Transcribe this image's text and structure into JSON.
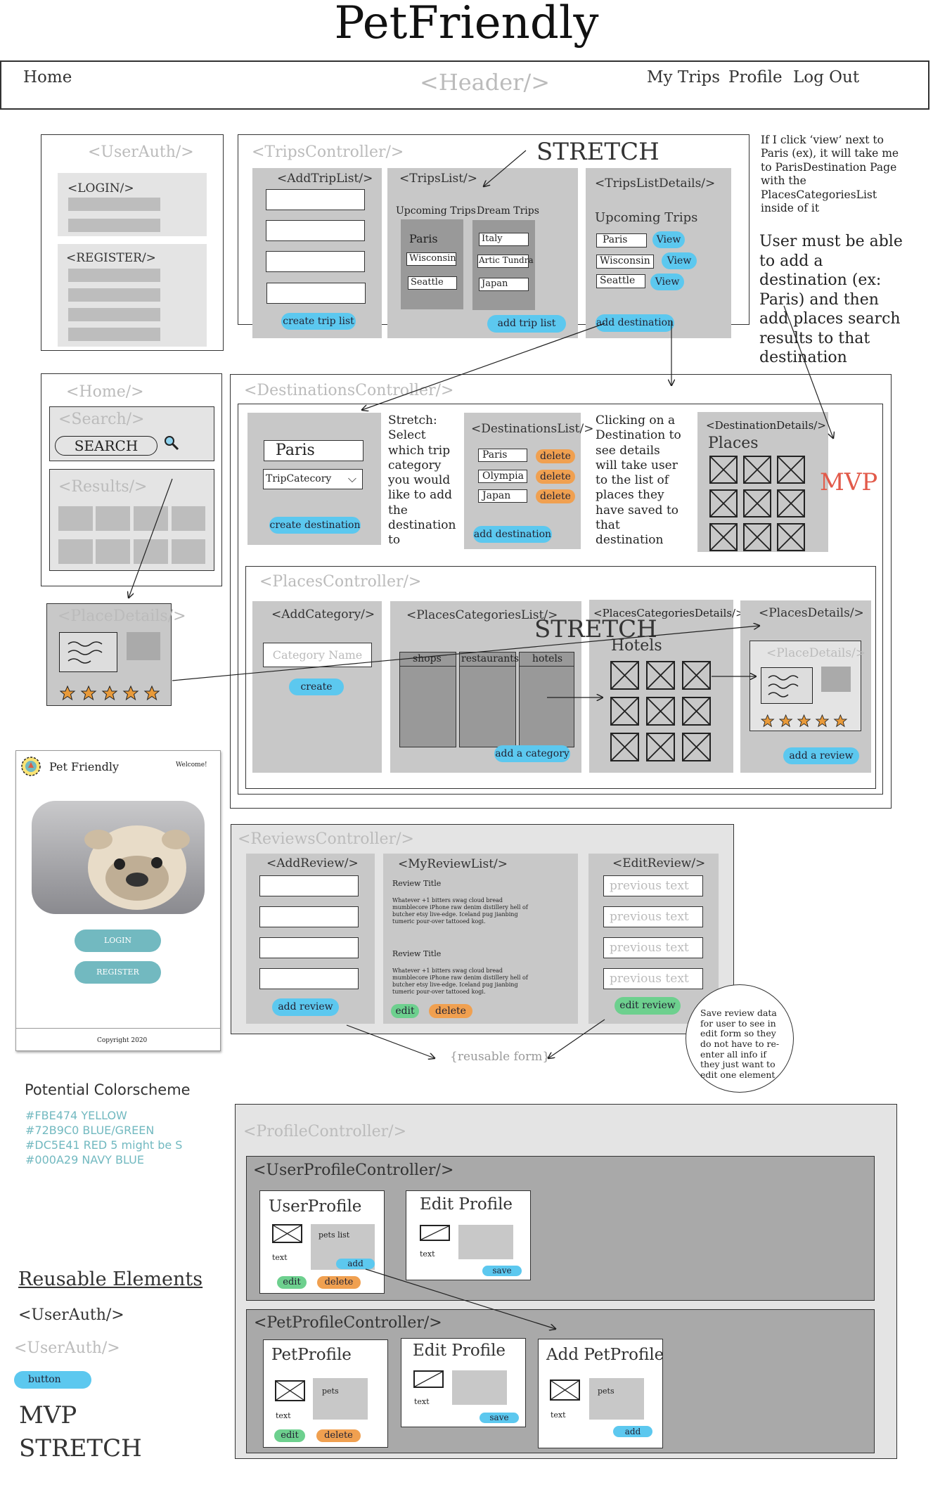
{
  "title": "PetFriendly",
  "header": {
    "home": "Home",
    "tag": "<Header/>",
    "my_trips": "My Trips",
    "profile": "Profile",
    "logout": "Log Out"
  },
  "userauth": {
    "tag": "<UserAuth/>",
    "login": "<LOGIN/>",
    "register": "<REGISTER/>"
  },
  "trips": {
    "tag": "<TripsController/>",
    "stretch": "STRETCH",
    "add_tag": "<AddTripList/>",
    "create_btn": "create trip list",
    "list_tag": "<TripsList/>",
    "upcoming": "Upcoming Trips",
    "dream": "Dream Trips",
    "upcoming_items": [
      "Paris",
      "Wisconsin",
      "Seattle"
    ],
    "dream_items": [
      "Italy",
      "Artic Tundra",
      "Japan"
    ],
    "add_btn": "add trip list",
    "details_tag": "<TripsListDetails/>",
    "details_title": "Upcoming Trips",
    "details_items": [
      "Paris",
      "Wisconsin",
      "Seattle"
    ],
    "view": "View",
    "add_dest": "add destination"
  },
  "notes": {
    "view_note": "If I click ‘view’ next to Paris (ex), it will take me to ParisDestination Page with the PlacesCategoriesList inside of it",
    "user_must": "User must be able to add a destination (ex: Paris) and then add places search results to that destination",
    "stretch_select": "Stretch: Select which trip category you would like to add the destination to",
    "clicking": "Clicking on a Destination to see details will take user to the list of places they have saved to that destination",
    "save_review": "Save review data for user to see in edit form so they do not have to re-enter all info if they just want to edit one element",
    "reusable_form": "{reusable form}"
  },
  "home": {
    "tag": "<Home/>",
    "search_tag": "<Search/>",
    "search_btn": "SEARCH",
    "results_tag": "<Results/>"
  },
  "place_details": {
    "tag": "<PlaceDetails/>"
  },
  "dest": {
    "tag": "<DestinationsController/>",
    "city": "Paris",
    "category": "TripCatecory",
    "create_btn": "create destination",
    "list_tag": "<DestinationsList/>",
    "items": [
      "Paris",
      "Olympia",
      "Japan"
    ],
    "delete": "delete",
    "add_btn": "add destination",
    "details_tag": "<DestinationDetails/>",
    "places": "Places",
    "mvp": "MVP"
  },
  "places": {
    "tag": "<PlacesController/>",
    "addcat_tag": "<AddCategory/>",
    "cat_placeholder": "Category Name",
    "create_btn": "create",
    "catlist_tag": "<PlacesCategoriesList/>",
    "cols": [
      "shops",
      "restaurants",
      "hotels"
    ],
    "add_cat_btn": "add a category",
    "catdetails_tag": "<PlacesCategoriesDetails/>",
    "stretch": "STRETCH",
    "hotels": "Hotels",
    "pdetails_tag": "<PlacesDetails/>",
    "inner_tag": "<PlaceDetails/>",
    "add_review": "add a review"
  },
  "mobile": {
    "brand": "Pet Friendly",
    "welcome": "Welcome!",
    "login": "LOGIN",
    "register": "REGISTER",
    "copyright": "Copyright 2020"
  },
  "reviews": {
    "tag": "<ReviewsController/>",
    "add_tag": "<AddReview/>",
    "add_btn": "add review",
    "list_tag": "<MyReviewList/>",
    "review_title": "Review Title",
    "review_body": "Whatever +1 bitters swag cloud bread mumblecore iPhone raw denim distillery hell of butcher etsy live-edge. Iceland pug jianbing tumeric pour-over tattooed kogi.",
    "edit": "edit",
    "delete": "delete",
    "edit_tag": "<EditReview/>",
    "prev": "previous text",
    "edit_btn": "edit review"
  },
  "colors": {
    "title": "Potential Colorscheme",
    "lines": [
      "#FBE474  YELLOW",
      "#72B9C0 BLUE/GREEN",
      "#DC5E41 RED   5 might be S",
      "#000A29 NAVY BLUE"
    ]
  },
  "reusable": {
    "title": "Reusable Elements",
    "tag1": "<UserAuth/>",
    "tag2": "<UserAuth/>",
    "button": "button",
    "mvp": "MVP",
    "stretch": "STRETCH"
  },
  "profile": {
    "tag": "<ProfileController/>",
    "user_tag": "<UserProfileController/>",
    "user_profile": "UserProfile",
    "pets_list": "pets list",
    "text": "text",
    "add": "add",
    "edit": "edit",
    "delete": "delete",
    "edit_profile": "Edit Profile",
    "save": "save",
    "pet_tag": "<PetProfileController/>",
    "pet_profile": "PetProfile",
    "pets": "pets",
    "add_pet": "Add PetProfile"
  },
  "palette": {
    "blue": "#5cc8ef",
    "orange": "#f0a050",
    "green": "#6dd08e",
    "teal": "#72B9C0",
    "red": "#DC5E41"
  }
}
